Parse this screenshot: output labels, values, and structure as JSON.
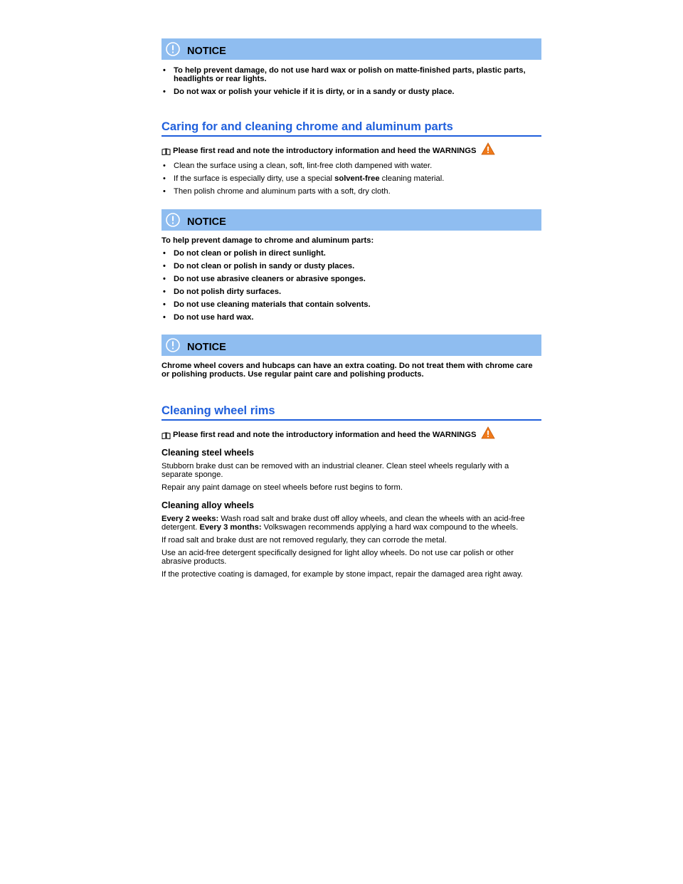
{
  "notice1": {
    "title": "NOTICE",
    "items": [
      "To help prevent damage, do not use hard wax or polish on matte-finished parts, plastic parts, headlights or rear lights.",
      "Do not wax or polish your vehicle if it is dirty, or in a sandy or dusty place."
    ]
  },
  "section1": {
    "heading": "Caring for and cleaning chrome and aluminum parts",
    "ref_text": "Please first read and note the introductory information and heed the WARNINGS",
    "items": {
      "item1": "Clean the surface using a clean, soft, lint-free cloth dampened with water.",
      "item2_pre": "If the surface is especially dirty, use a special ",
      "item2_bold": "solvent-free",
      "item2_post": " cleaning material.",
      "item3": "Then polish chrome and aluminum parts with a soft, dry cloth."
    }
  },
  "notice2": {
    "title": "NOTICE",
    "intro": "To help prevent damage to chrome and aluminum parts:",
    "items": [
      "Do not clean or polish in direct sunlight.",
      "Do not clean or polish in sandy or dusty places.",
      "Do not use abrasive cleaners or abrasive sponges.",
      "Do not polish dirty surfaces.",
      "Do not use cleaning materials that contain solvents.",
      "Do not use hard wax."
    ]
  },
  "notice3": {
    "title": "NOTICE",
    "text": "Chrome wheel covers and hubcaps can have an extra coating. Do not treat them with chrome care or polishing products. Use regular paint care and polishing products."
  },
  "section2": {
    "heading": "Cleaning wheel rims",
    "ref_text": "Please first read and note the introductory information and heed the WARNINGS",
    "steel": {
      "heading": "Cleaning steel wheels",
      "p1": "Stubborn brake dust can be removed with an industrial cleaner. Clean steel wheels regularly with a separate sponge.",
      "p2": "Repair any paint damage on steel wheels before rust begins to form."
    },
    "alloy": {
      "heading": "Cleaning alloy wheels",
      "p1_bold1": "Every 2 weeks:",
      "p1_text1": " Wash road salt and brake dust off alloy wheels, and clean the wheels with an acid-free detergent. ",
      "p1_bold2": "Every 3 months:",
      "p1_text2": " Volkswagen recommends applying a hard wax compound to the wheels.",
      "p2": "If road salt and brake dust are not removed regularly, they can corrode the metal.",
      "p3": "Use an acid-free detergent specifically designed for light alloy wheels. Do not use car polish or other abrasive products.",
      "p4": "If the protective coating is damaged, for example by stone impact, repair the damaged area right away."
    }
  },
  "icons": {
    "notice_icon": "exclamation-circle-icon",
    "book_icon": "book-icon",
    "warning_icon": "warning-triangle-icon"
  },
  "colors": {
    "notice_background": "#8fbdf0",
    "heading_blue": "#1f5fdc",
    "warning_orange": "#f07a1a"
  }
}
